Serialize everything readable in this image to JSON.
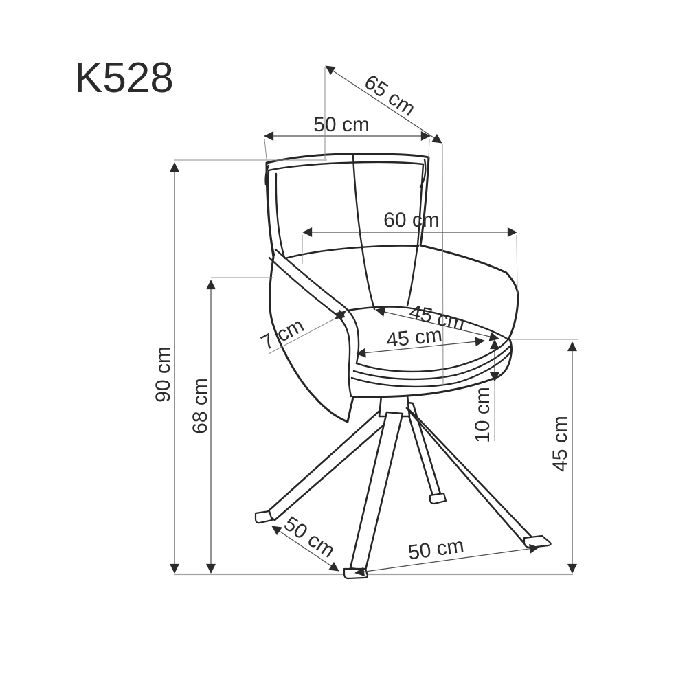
{
  "title": "K528",
  "unit": "cm",
  "colors": {
    "ink": "#2b2b2b",
    "chair": "#262626",
    "dim": "#4d4d4d",
    "ext": "#8c8c8c",
    "ground": "#a3a3a3",
    "bg": "#ffffff"
  },
  "dimensions": {
    "total_height": {
      "label": "90 cm",
      "value": 90,
      "orientation": "vertical-left"
    },
    "armrest_height": {
      "label": "68 cm",
      "value": 68,
      "orientation": "vertical-left"
    },
    "back_width_top": {
      "label": "50 cm",
      "value": 50,
      "orientation": "horizontal-top"
    },
    "back_diagonal": {
      "label": "65 cm",
      "value": 65,
      "orientation": "diagonal-top"
    },
    "overall_width": {
      "label": "60 cm",
      "value": 60,
      "orientation": "horizontal-middle"
    },
    "seat_depth": {
      "label": "45 cm",
      "value": 45,
      "orientation": "diagonal-seat-upper"
    },
    "seat_width": {
      "label": "45 cm",
      "value": 45,
      "orientation": "diagonal-seat-lower"
    },
    "armrest_thickness": {
      "label": "7 cm",
      "value": 7,
      "orientation": "diagonal-arm"
    },
    "cushion_thickness": {
      "label": "10 cm",
      "value": 10,
      "orientation": "vertical-right-inner"
    },
    "seat_height": {
      "label": "45 cm",
      "value": 45,
      "orientation": "vertical-right"
    },
    "base_depth": {
      "label": "50 cm",
      "value": 50,
      "orientation": "diagonal-bottom-left"
    },
    "base_width": {
      "label": "50 cm",
      "value": 50,
      "orientation": "diagonal-bottom-right"
    }
  }
}
